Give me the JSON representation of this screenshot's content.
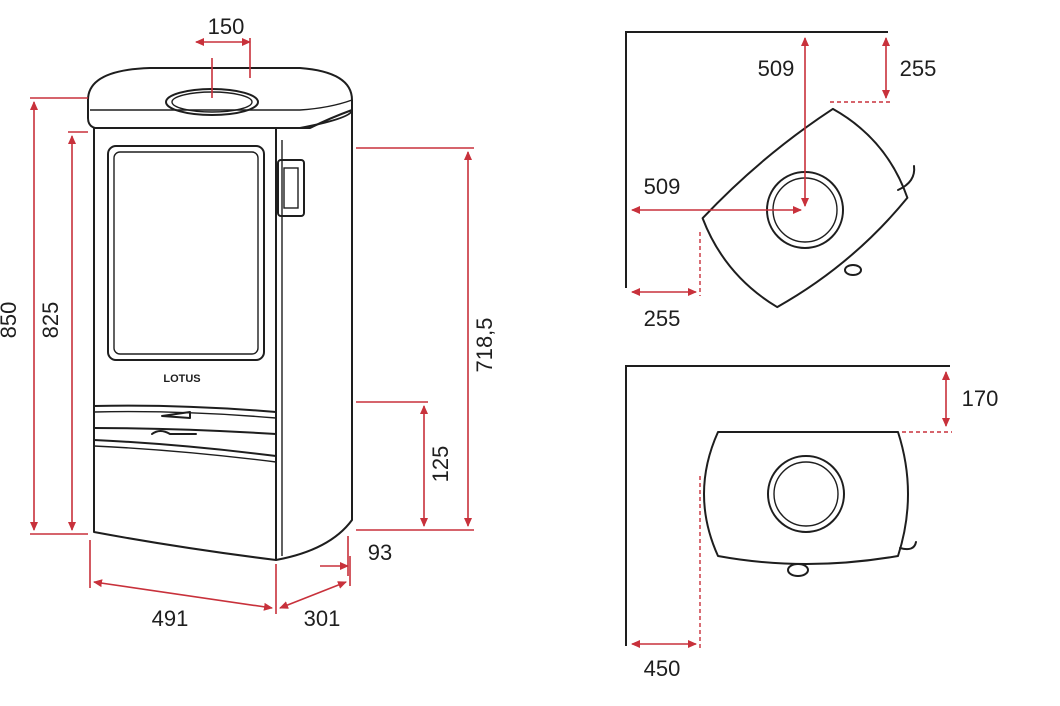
{
  "colors": {
    "dimension": "#c8313b",
    "outline": "#1e1e1e",
    "background": "#ffffff"
  },
  "front_view": {
    "brand": "LOTUS",
    "flue_diameter": "150",
    "total_height": "850",
    "body_height": "825",
    "flue_height": "718,5",
    "rear_inlet_height": "125",
    "bottom_offset": "93",
    "width": "491",
    "depth": "301"
  },
  "corner_install": {
    "wall_to_flue_a": "509",
    "wall_to_flue_b": "509",
    "clearance_a": "255",
    "clearance_b": "255"
  },
  "wall_install": {
    "rear_clearance": "170",
    "side_clearance": "450"
  }
}
